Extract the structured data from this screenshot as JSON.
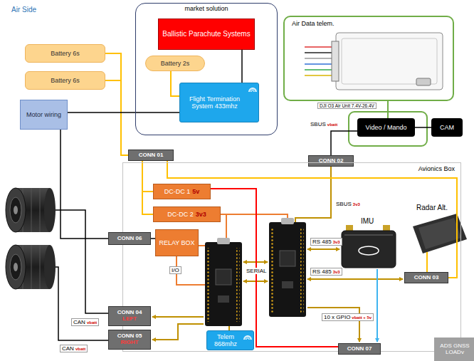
{
  "diagram": {
    "nodes": [
      {
        "text": [
          "market solution"
        ]
      },
      {
        "text": [
          "Ballistic Parachute Systems"
        ],
        "in": 0
      },
      {
        "text": [
          "Battery 2s"
        ],
        "in": 0
      },
      {
        "text": [
          "Flight Termination System 433mhz"
        ],
        "in": 0
      },
      {
        "text": [
          "Air Data telem."
        ]
      },
      {
        "text": [
          "Battery 6s"
        ]
      },
      {
        "text": [
          "Battery 6s"
        ]
      },
      {
        "text": [
          "Motor wiring"
        ]
      },
      {
        "text": [
          "Video / Mando"
        ]
      },
      {
        "text": [
          "CAM"
        ]
      },
      {
        "text": [
          "CONN 01"
        ]
      },
      {
        "text": [
          "CONN 02"
        ]
      },
      {
        "text": [
          "Avionics Box"
        ]
      },
      {
        "text": [
          "DC-DC 1",
          "5v"
        ],
        "in": 12
      },
      {
        "text": [
          "DC-DC 2",
          "3v3"
        ],
        "in": 12
      },
      {
        "text": [
          "RELAY BOX"
        ],
        "in": 12
      },
      {
        "text": [
          "CONN 06"
        ]
      },
      {
        "text": [
          "CONN 03"
        ],
        "in": 12
      },
      {
        "text": [
          "CONN 04",
          "LEFT"
        ]
      },
      {
        "text": [
          "CONN 05",
          "RIGHT"
        ]
      },
      {
        "text": [
          "Telem 868mhz"
        ],
        "in": 12
      },
      {
        "text": [
          "CONN 07"
        ]
      },
      {
        "text": [
          "ADS GNSS LOADv"
        ]
      }
    ],
    "edges": [
      {
        "from": 5,
        "to": 10,
        "arrow": "none"
      },
      {
        "from": 6,
        "to": 10,
        "arrow": "none"
      },
      {
        "from": 2,
        "to": 3,
        "arrow": "none"
      },
      {
        "from": 1,
        "to": 3,
        "arrow": "none"
      },
      {
        "from": 7,
        "to": 3,
        "arrow": "none"
      },
      {
        "from": 7,
        "to": 16,
        "arrow": "none"
      },
      {
        "from": 8,
        "to": 9,
        "arrow": "none"
      },
      {
        "from": 8,
        "to": 11,
        "arrow": "none"
      },
      {
        "from": 4,
        "to": 8,
        "arrow": "none"
      },
      {
        "from": 10,
        "to": 13,
        "arrow": "none"
      },
      {
        "from": 10,
        "to": 14,
        "arrow": "none"
      },
      {
        "from": 10,
        "to": 17,
        "arrow": "none"
      },
      {
        "from": 13,
        "to": 21,
        "arrow": "none"
      },
      {
        "from": 15,
        "to": 16,
        "arrow": "none"
      }
    ],
    "labels": [
      "Air Side",
      "DJI O3 Air Unit 7.4V-26.4V",
      "SBUS",
      "vbatt",
      "SBUS",
      "3v3",
      "IMU",
      "Radar Alt.",
      "I/O",
      "SERIAL",
      "RS 485",
      "3v3",
      "RS 485",
      "3v3",
      "10 x GPIO",
      "vbatt + 5v",
      "CAN",
      "vbatt",
      "CAN",
      "vbatt"
    ]
  }
}
